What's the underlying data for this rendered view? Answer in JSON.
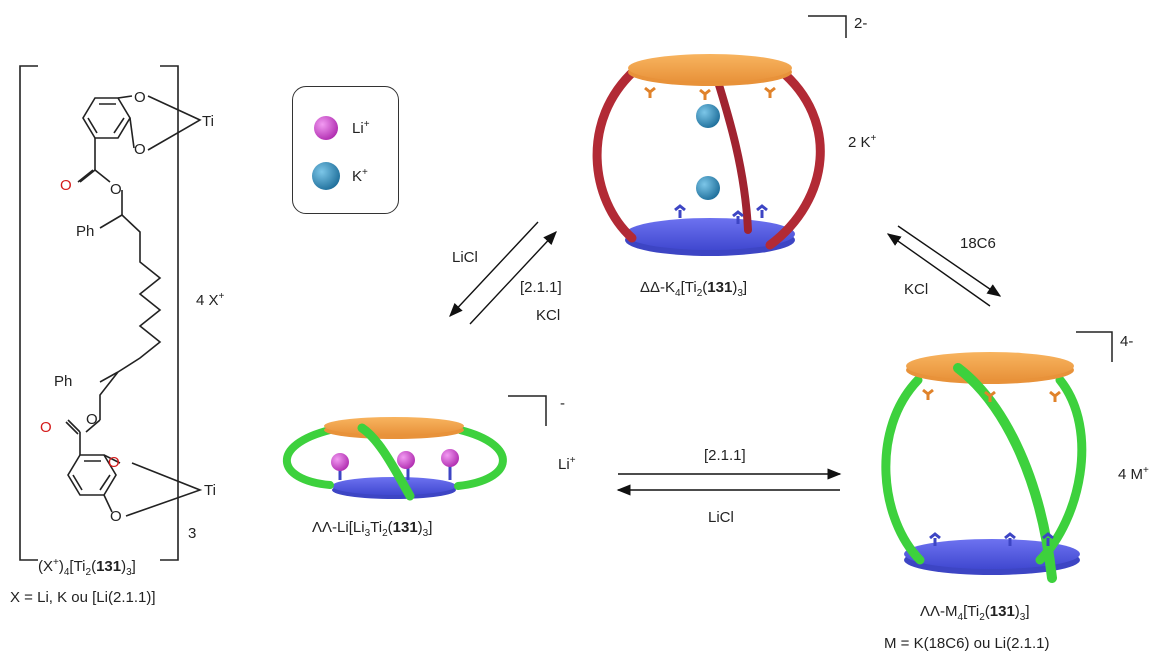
{
  "legend": {
    "li_label": "Li",
    "li_charge": "+",
    "k_label": "K",
    "k_charge": "+"
  },
  "ligand": {
    "ti_label": "Ti",
    "o_label": "O",
    "ph_label": "Ph",
    "bracket_subscript": "3",
    "counterion": "4 X",
    "counterion_charge": "+",
    "formula": {
      "a": "(X",
      "b": "+",
      "c": ")",
      "d": "4",
      "e": "[Ti",
      "f": "2",
      "g": "(",
      "h": "131",
      "i": ")",
      "j": "3",
      "k": "]"
    },
    "x_def": "X = Li, K ou [Li(2.1.1)]"
  },
  "top_cage": {
    "charge": "2-",
    "side_label": "2 K",
    "side_charge": "+",
    "label": {
      "a": "ΔΔ-K",
      "b": "4",
      "c": "[Ti",
      "d": "2",
      "e": "(",
      "f": "131",
      "g": ")",
      "h": "3",
      "i": "]"
    }
  },
  "left_cage": {
    "charge": "-",
    "side_label": "Li",
    "side_charge": "+",
    "label": {
      "a": "ΛΛ-Li[Li",
      "b": "3",
      "c": "Ti",
      "d": "2",
      "e": "(",
      "f": "131",
      "g": ")",
      "h": "3",
      "i": "]"
    }
  },
  "right_cage": {
    "charge": "4-",
    "side_label": "4 M",
    "side_charge": "+",
    "label": {
      "a": "ΛΛ-M",
      "b": "4",
      "c": "[Ti",
      "d": "2",
      "e": "(",
      "f": "131",
      "g": ")",
      "h": "3",
      "i": "]"
    },
    "m_def": "M = K(18C6) ou Li(2.1.1)"
  },
  "arrows": {
    "left_forward": "LiCl",
    "left_back1": "[2.1.1]",
    "left_back2": "KCl",
    "right_forward": "18C6",
    "right_back": "KCl",
    "bottom_forward": "[2.1.1]",
    "bottom_back": "LiCl"
  },
  "colors": {
    "orange": "#f5a24a",
    "blue_disc": "#5a5fe0",
    "red_strand": "#b22a35",
    "green_strand": "#3dd13d",
    "li_ion": "#d94ad9",
    "k_ion": "#2f8fbf",
    "oxygen": "#d41a1a"
  }
}
